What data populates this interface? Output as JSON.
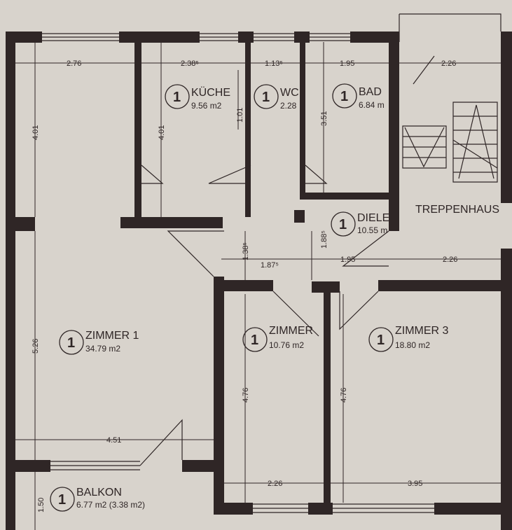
{
  "rooms": {
    "kueche": {
      "level": "1",
      "name": "KÜCHE",
      "area": "9.56 m2"
    },
    "wc": {
      "level": "1",
      "name": "WC",
      "area": "2.28"
    },
    "bad": {
      "level": "1",
      "name": "BAD",
      "area": "6.84 m"
    },
    "diele": {
      "level": "1",
      "name": "DIELE",
      "area": "10.55 m"
    },
    "treppenhaus": {
      "name": "TREPPENHAUS"
    },
    "zimmer1": {
      "level": "1",
      "name": "ZIMMER 1",
      "area": "34.79 m2"
    },
    "zimmer2": {
      "level": "1",
      "name": "ZIMMER",
      "area": "10.76 m2"
    },
    "zimmer3": {
      "level": "1",
      "name": "ZIMMER 3",
      "area": "18.80 m2"
    },
    "balkon": {
      "level": "1",
      "name": "BALKON",
      "area": "6.77 m2 (3.38 m2)"
    }
  },
  "dimensions": {
    "top_zimmer1": "2.76",
    "top_kueche": "2.38⁵",
    "top_wc": "1.13⁵",
    "top_bad": "1.95",
    "top_stairs": "2.26",
    "h_zimmer1_top": "4.01",
    "h_kueche": "4.01",
    "h_wc": "1.01",
    "h_bad": "3.51",
    "h_corr_left": "1.38⁵",
    "h_diele": "1.88⁵",
    "corr_1": "1.87⁵",
    "corr_2": "1.95",
    "corr_3": "2.26",
    "h_zimmer1": "5.26",
    "h_zimmer2": "4.76",
    "h_zimmer3": "4.76",
    "w_zimmer1": "4.51",
    "w_zimmer2": "2.26",
    "w_zimmer3": "3.95",
    "h_balkon": "1.50"
  }
}
